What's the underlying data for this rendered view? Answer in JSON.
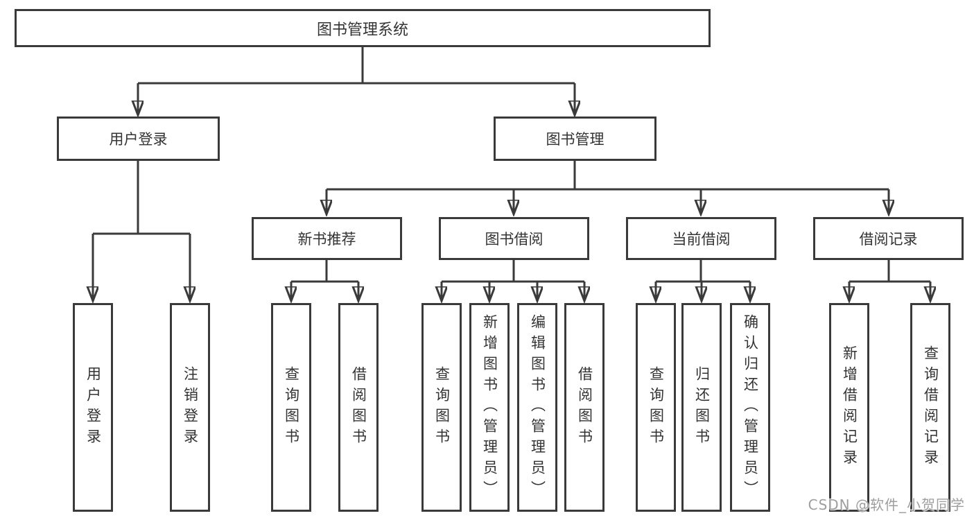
{
  "diagram": {
    "root": {
      "label": "图书管理系统"
    },
    "level2": [
      {
        "label": "用户登录"
      },
      {
        "label": "图书管理"
      }
    ],
    "level3": [
      {
        "label": "新书推荐"
      },
      {
        "label": "图书借阅"
      },
      {
        "label": "当前借阅"
      },
      {
        "label": "借阅记录"
      }
    ],
    "leaves": [
      {
        "label": "用户登录"
      },
      {
        "label": "注销登录"
      },
      {
        "label": "查询图书"
      },
      {
        "label": "借阅图书"
      },
      {
        "label": "查询图书"
      },
      {
        "label": "新增图书（管理员）"
      },
      {
        "label": "编辑图书（管理员）"
      },
      {
        "label": "借阅图书"
      },
      {
        "label": "查询图书"
      },
      {
        "label": "归还图书"
      },
      {
        "label": "确认归还（管理员）"
      },
      {
        "label": "新增借阅记录"
      },
      {
        "label": "查询借阅记录"
      }
    ]
  },
  "watermark": {
    "text": "CSDN @软件_小贺同学"
  },
  "colors": {
    "line": "#3a3a3a",
    "text": "#333333",
    "watermark": "#9e9e9e",
    "background": "#ffffff"
  }
}
